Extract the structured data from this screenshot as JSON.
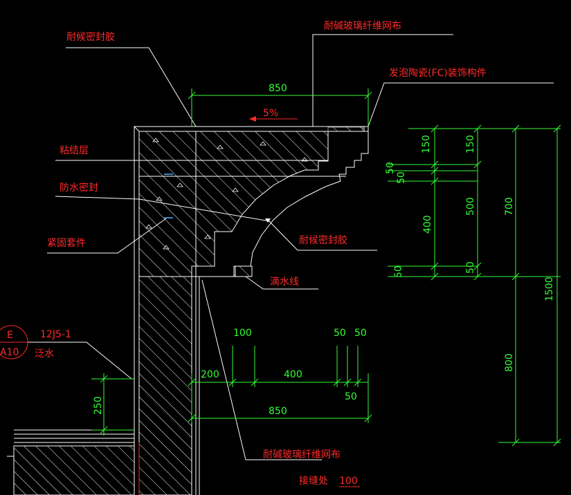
{
  "colors": {
    "background": "#000000",
    "outline": "#ffffff",
    "dimension": "#33ff33",
    "label": "#ff2a2a",
    "hatch": "#ffffff",
    "accent_blue": "#4fb4ff"
  },
  "labels": {
    "sealant_top": "耐候密封胶",
    "mesh_top": "耐碱玻璃纤维网布",
    "fc_component": "发泡陶瓷(FC)装饰构件",
    "bond_layer": "粘结层",
    "waterproof_seal": "防水密封",
    "fastener": "紧固套件",
    "sealant_right": "耐候密封胶",
    "drip_line": "滴水线",
    "flashing_ref": "12J5-1",
    "flashing": "泛水",
    "mesh_bottom": "耐碱玻璃纤维网布",
    "joint": "接缝处",
    "joint_value": "100"
  },
  "callout": {
    "top": "E",
    "bottom": "A10"
  },
  "slope": "5%",
  "dimensions": {
    "top_width": "850",
    "bottom_width": "850",
    "d200": "200",
    "d100": "100",
    "d400h": "400",
    "d50a": "50",
    "d50b": "50",
    "d50c": "50",
    "left_250": "250",
    "right_150a": "150",
    "right_150b": "150",
    "right_50a": "50",
    "right_50b": "50",
    "right_400": "400",
    "right_500": "500",
    "right_50c": "50",
    "right_50d": "50",
    "right_700": "700",
    "right_800": "800",
    "right_1500": "1500"
  }
}
